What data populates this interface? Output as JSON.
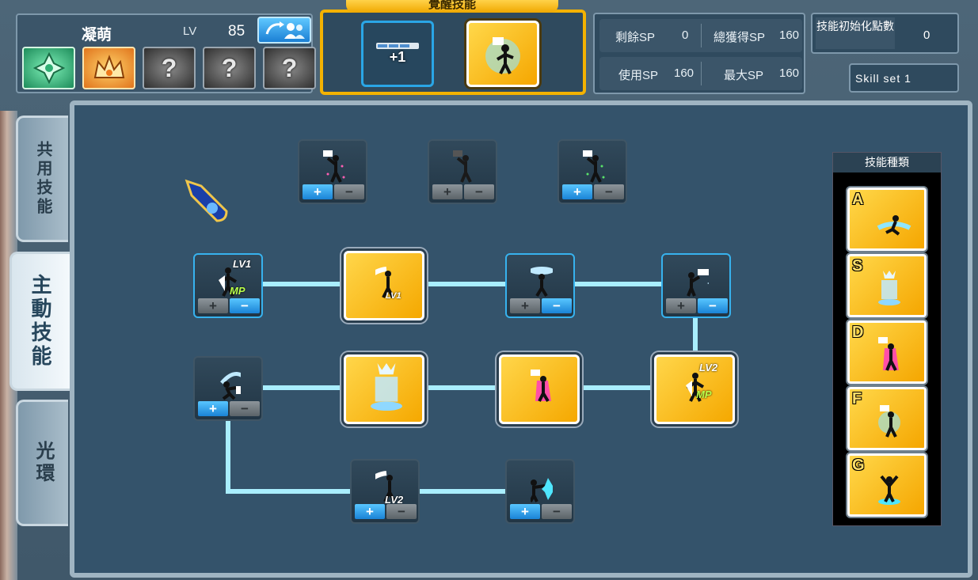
{
  "character": {
    "name": "凝萌",
    "lv_label": "LV",
    "lv": "85",
    "class_slots": [
      {
        "state": "green",
        "label": ""
      },
      {
        "state": "orange",
        "label": ""
      },
      {
        "state": "locked",
        "label": "?"
      },
      {
        "state": "locked",
        "label": "?"
      },
      {
        "state": "locked",
        "label": "?"
      }
    ]
  },
  "awaken": {
    "title": "覺醒技能",
    "slot1_label": "+1"
  },
  "sp": {
    "remaining_label": "剩餘SP",
    "remaining": "0",
    "total_label": "總獲得SP",
    "total": "160",
    "used_label": "使用SP",
    "used": "160",
    "max_label": "最大SP",
    "max": "160"
  },
  "reset": {
    "label": "技能初始化點數",
    "value": "0"
  },
  "skillset": {
    "label": "Skill set 1"
  },
  "tabs": {
    "common": "共用技能",
    "active": "主動技能",
    "aura": "光環"
  },
  "skill_tree": {
    "top_row": [
      {
        "state": "learnable",
        "color": "#ff5fb3"
      },
      {
        "state": "locked",
        "color": "#6a6a6a"
      },
      {
        "state": "learnable",
        "color": "#59e36a"
      }
    ],
    "tags": {
      "lv1": "LV1",
      "lv2": "LV2",
      "mp": "MP"
    }
  },
  "skill_types": {
    "title": "技能種類",
    "slots": [
      "A",
      "S",
      "D",
      "F",
      "G"
    ]
  },
  "colors": {
    "accent": "#37b2ee",
    "gold": "#f5a800",
    "connector": "#a9eefe"
  }
}
